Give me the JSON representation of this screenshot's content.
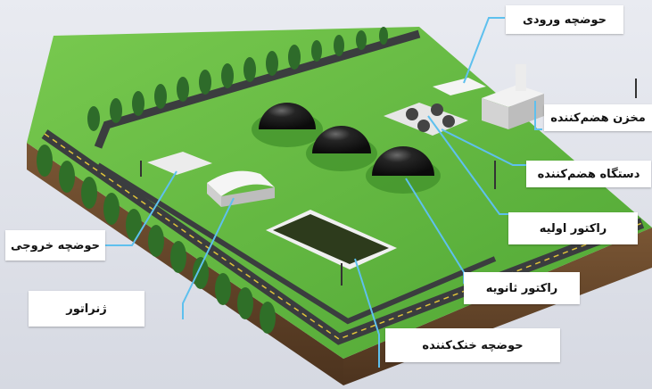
{
  "labels": {
    "inlet_tank": "حوضچه ورودی",
    "digester_storage": "مخزن هضم‌کننده",
    "digester_unit": "دستگاه هضم‌کننده",
    "primary_reactor": "راکتور اولیه",
    "secondary_reactor": "راکتور ثانویه",
    "cooling_tank": "حوضچه خنک‌کننده",
    "generator": "ژنراتور",
    "outlet_tank": "حوضچه خروجی"
  },
  "colors": {
    "grass": "#57b33a",
    "grass_dark": "#3e8f2a",
    "soil": "#6b4a2c",
    "road": "#3b3d3f",
    "road_line": "#e0c43a",
    "dome": "#1b1b1b",
    "leader_line": "#5ec0ee",
    "label_bg": "#ffffff"
  }
}
